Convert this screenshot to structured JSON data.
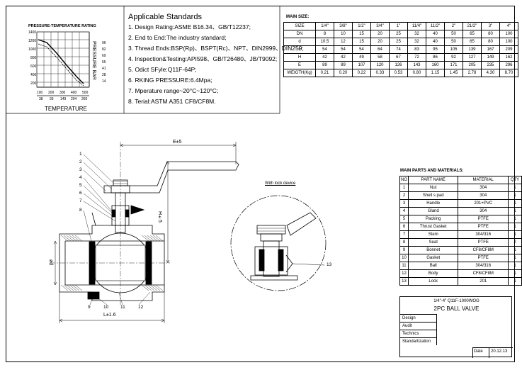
{
  "standards": {
    "title": "Applicable Standards",
    "items": [
      "1. Design Rating:ASME B16.34、GB/T12237;",
      "2. End to End:The industry standard;",
      "3. Thread Ends:BSP(Rp)、BSPT(Rc)、NPT、DIN2999、DIN259;",
      "4. Inspection&Testing:API598、GB/T26480、JB/T9092;",
      "5. Odict SFyle:Q11F-64P;",
      "6. RKING PRESSURE:6.4Mpa;",
      "7. Mperature range~20°C~120°C;",
      "8. Terial:ASTM A351 CF8/CF8M."
    ]
  },
  "pt_chart": {
    "title": "PRESSURE-TEMPERATURE RATING",
    "x_label": "TEMPERATURE",
    "y_label": "PRESSURE BAR",
    "y_ticks_left": [
      "1400",
      "1200",
      "1000",
      "800",
      "600",
      "400",
      "200"
    ],
    "x_ticks_top": [
      "100",
      "200",
      "300",
      "400",
      "500"
    ],
    "x_ticks_bottom": [
      "38",
      "93",
      "149",
      "204",
      "260"
    ],
    "right_ticks": [
      "96",
      "82",
      "69",
      "55",
      "41",
      "28",
      "14"
    ]
  },
  "size_table": {
    "title": "MAIN SIZE:",
    "rows": [
      [
        "SIZE",
        "1/4\"",
        "3/8\"",
        "1/2\"",
        "3/4\"",
        "1\"",
        "11/4\"",
        "11/2\"",
        "2\"",
        "21/2\"",
        "3\"",
        "4\""
      ],
      [
        "DN",
        "8",
        "10",
        "15",
        "20",
        "25",
        "32",
        "40",
        "50",
        "65",
        "80",
        "100"
      ],
      [
        "d",
        "10.5",
        "12",
        "15",
        "20",
        "25",
        "32",
        "40",
        "50",
        "65",
        "80",
        "100"
      ],
      [
        "L",
        "54",
        "54",
        "54",
        "64",
        "74",
        "83",
        "95",
        "105",
        "139",
        "167",
        "209"
      ],
      [
        "H",
        "42",
        "42",
        "49",
        "58",
        "67",
        "72",
        "86",
        "92",
        "127",
        "149",
        "162"
      ],
      [
        "E",
        "89",
        "89",
        "107",
        "120",
        "126",
        "143",
        "160",
        "171",
        "205",
        "235",
        "296"
      ],
      [
        "WEIGTH(Kg)",
        "0.21",
        "0.20",
        "0.22",
        "0.33",
        "0.53",
        "0.80",
        "1.15",
        "1.45",
        "2.78",
        "4.30",
        "8.70"
      ]
    ]
  },
  "parts": {
    "title": "MAIN PARTS AND MATERIALS:",
    "header": [
      "NO",
      "PART NAME",
      "MATERIAL",
      "QTY"
    ],
    "rows": [
      [
        "1",
        "Nut",
        "304",
        "1"
      ],
      [
        "2",
        "Shell s pad",
        "304",
        "1"
      ],
      [
        "3",
        "Handle",
        "201+PVC",
        "1"
      ],
      [
        "4",
        "Gland",
        "304",
        "1"
      ],
      [
        "5",
        "Packing",
        "PTFE",
        "1"
      ],
      [
        "6",
        "Thrust Gasket",
        "PTFE",
        "1"
      ],
      [
        "7",
        "Stem",
        "304/316",
        "1"
      ],
      [
        "8",
        "Seat",
        "PTFE",
        "2"
      ],
      [
        "9",
        "Bonnet",
        "CF8/CF8M",
        "1"
      ],
      [
        "10",
        "Gasket",
        "PTFE",
        "1"
      ],
      [
        "11",
        "Ball",
        "304/316",
        "1"
      ],
      [
        "12",
        "Body",
        "CF8/CF8M",
        "1"
      ],
      [
        "13",
        "Lock",
        "201",
        "1"
      ]
    ]
  },
  "title_block": {
    "model_line": "1/4\"-4\" Q11F-1000WOG",
    "model_name": "2PC BALL VALVE",
    "rows": [
      "Design",
      "Audit",
      "Technics",
      "Standartization"
    ],
    "date_label": "Date",
    "date_value": "20.12.13"
  },
  "drawing": {
    "dim_E": "E±5",
    "dim_H": "H±5",
    "dim_L": "L±1.6",
    "dim_d": "ød",
    "leaders_left": [
      "1",
      "2",
      "3",
      "4",
      "5",
      "6",
      "7",
      "8"
    ],
    "leaders_bottom": [
      "9",
      "10",
      "11",
      "12"
    ],
    "lock_caption": "With lock device",
    "lock_leader": "13"
  }
}
